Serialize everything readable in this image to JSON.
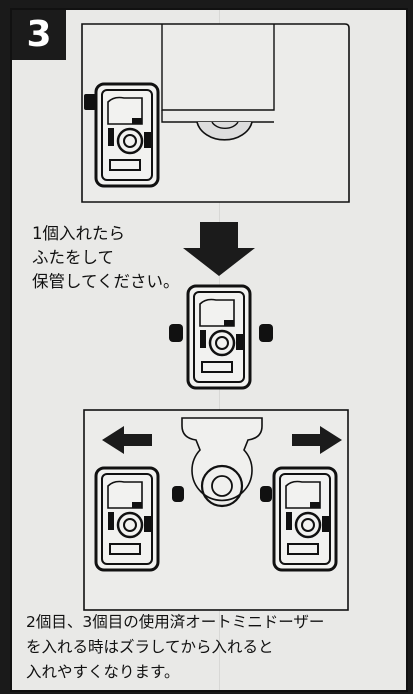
{
  "step": {
    "number": "3"
  },
  "notes": {
    "first": "1個入れたら\nふたをして\n保管してください。",
    "second": "2個目、3個目の使用済オートミニドーザー\nを入れる時はズラしてから入れると\n入れやすくなります。"
  },
  "colors": {
    "background": "#e9e9e7",
    "ink": "#111111",
    "badge": "#1b1b1b"
  },
  "icons": [
    "arrow-down-icon",
    "arrow-left-icon",
    "arrow-right-icon",
    "doser-cartridge-icon",
    "storage-case-icon"
  ]
}
